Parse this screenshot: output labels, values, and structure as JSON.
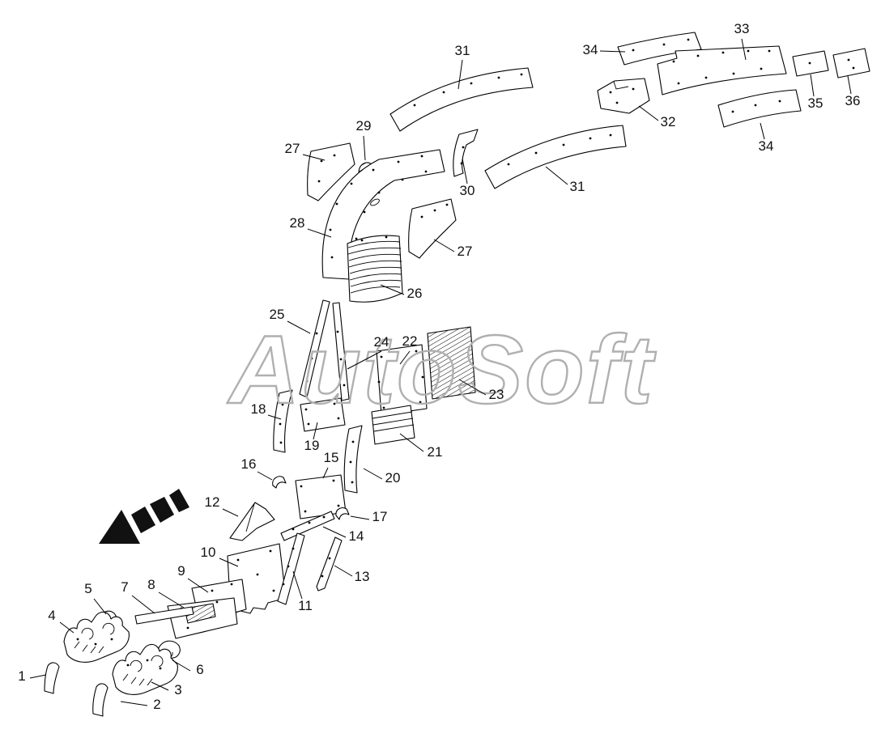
{
  "watermark": "AutoSoft",
  "callouts": [
    "31",
    "34",
    "33",
    "35",
    "36",
    "32",
    "34",
    "31",
    "30",
    "29",
    "27",
    "28",
    "27",
    "26",
    "25",
    "24",
    "22",
    "23",
    "18",
    "19",
    "21",
    "20",
    "16",
    "15",
    "12",
    "17",
    "14",
    "13",
    "10",
    "11",
    "9",
    "8",
    "7",
    "5",
    "4",
    "6",
    "1",
    "3",
    "2"
  ]
}
